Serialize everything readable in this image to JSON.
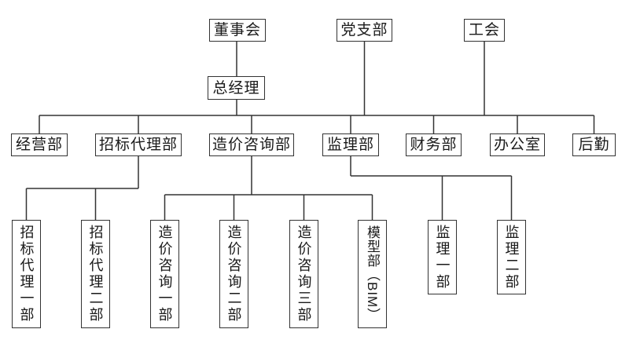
{
  "diagram": {
    "type": "org-chart",
    "colors": {
      "line": "#333333",
      "box_border": "#333333",
      "box_background": "#ffffff",
      "text": "#1a1a1a",
      "page_background": "#ffffff"
    },
    "nodes": {
      "board": {
        "label": "董事会"
      },
      "general_manager": {
        "label": "总经理"
      },
      "party_branch": {
        "label": "党支部"
      },
      "labor_union": {
        "label": "工会"
      },
      "operations": {
        "label": "经营部"
      },
      "bidding_agency": {
        "label": "招标代理部"
      },
      "cost_consulting": {
        "label": "造价咨询部"
      },
      "supervision": {
        "label": "监理部"
      },
      "finance": {
        "label": "财务部"
      },
      "office": {
        "label": "办公室"
      },
      "logistics": {
        "label": "后勤"
      },
      "bidding_agency_1": {
        "label": "招标代理一部"
      },
      "bidding_agency_2": {
        "label": "招标代理二部"
      },
      "cost_consulting_1": {
        "label": "造价咨询一部"
      },
      "cost_consulting_2": {
        "label": "造价咨询二部"
      },
      "cost_consulting_3": {
        "label": "造价咨询三部"
      },
      "bim_model": {
        "label": "模型部（BIM）"
      },
      "supervision_1": {
        "label": "监理一部"
      },
      "supervision_2": {
        "label": "监理二部"
      }
    },
    "hierarchy": [
      {
        "parent": "board",
        "children": [
          "general_manager"
        ]
      },
      {
        "parent": "general_manager",
        "children": [
          "operations",
          "bidding_agency",
          "cost_consulting",
          "supervision",
          "finance",
          "office",
          "logistics"
        ]
      },
      {
        "parent": "party_branch",
        "children": []
      },
      {
        "parent": "labor_union",
        "children": []
      },
      {
        "parent": "bidding_agency",
        "children": [
          "bidding_agency_1",
          "bidding_agency_2"
        ]
      },
      {
        "parent": "cost_consulting",
        "children": [
          "cost_consulting_1",
          "cost_consulting_2",
          "cost_consulting_3",
          "bim_model"
        ]
      },
      {
        "parent": "supervision",
        "children": [
          "supervision_1",
          "supervision_2"
        ]
      }
    ]
  }
}
